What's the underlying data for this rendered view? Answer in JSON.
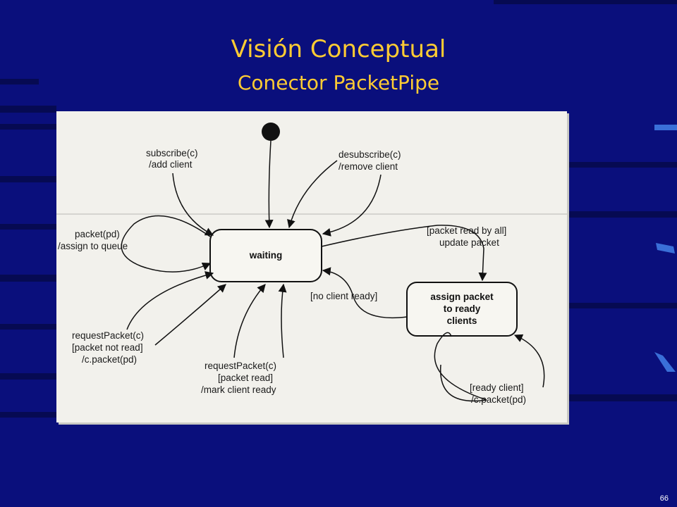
{
  "slide": {
    "title": "Visión Conceptual",
    "subtitle": "Conector PacketPipe",
    "page_number": "66"
  },
  "diagram": {
    "states": {
      "waiting": "waiting",
      "assign_line1": "assign packet",
      "assign_line2": "to ready",
      "assign_line3": "clients"
    },
    "transitions": {
      "subscribe_1": "subscribe(c)",
      "subscribe_2": "/add client",
      "desubscribe_1": "desubscribe(c)",
      "desubscribe_2": "/remove client",
      "packet_1": "packet(pd)",
      "packet_2": "/assign to queue",
      "read_by_all_1": "[packet read by all]",
      "read_by_all_2": "update packet",
      "no_client_ready": "[no client ready]",
      "req_unread_1": "requestPacket(c)",
      "req_unread_2": "[packet not read]",
      "req_unread_3": "/c.packet(pd)",
      "req_read_1": "requestPacket(c)",
      "req_read_2": "[packet read]",
      "req_read_3": "/mark client ready",
      "ready_client_1": "[ready client]",
      "ready_client_2": "/c.packet(pd)"
    }
  }
}
